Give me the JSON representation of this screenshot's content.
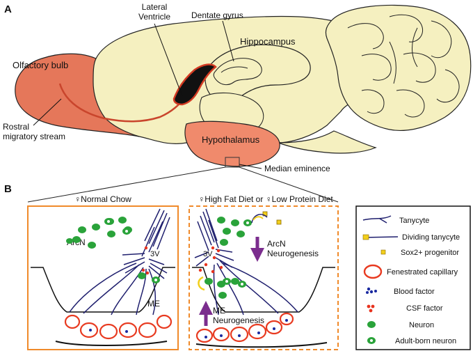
{
  "panel_a": {
    "letter": "A",
    "labels": {
      "lateral_ventricle_line1": "Lateral",
      "lateral_ventricle_line2": "Ventricle",
      "dentate_gyrus": "Dentate gyrus",
      "hippocampus": "Hippocampus",
      "olfactory_bulb": "Olfactory bulb",
      "rostral_line1": "Rostral",
      "rostral_line2": "migratory stream",
      "hypothalamus": "Hypothalamus",
      "median_eminence": "Median eminence"
    }
  },
  "panel_b": {
    "letter": "B",
    "normal": {
      "title": "♀Normal Chow",
      "arcn": "ArcN",
      "third_ventricle": "3V",
      "me": "ME"
    },
    "diet": {
      "title": "♀High Fat Diet or ♀Low Protein Diet",
      "third_ventricle": "3V",
      "arcn_line1": "ArcN",
      "arcn_line2": "Neurogenesis",
      "me_line1": "ME",
      "me_line2": "Neurogenesis"
    },
    "legend": [
      {
        "icon": "tanycyte-icon",
        "label": "Tanycyte"
      },
      {
        "icon": "dividing-tanycyte-icon",
        "label": "Dividing tanycyte"
      },
      {
        "icon": "sox2-progenitor-icon",
        "label": "Sox2+ progenitor"
      },
      {
        "icon": "fenestrated-capillary-icon",
        "label": "Fenestrated capillary"
      },
      {
        "icon": "blood-factor-icon",
        "label": "Blood factor"
      },
      {
        "icon": "csf-factor-icon",
        "label": "CSF factor"
      },
      {
        "icon": "neuron-icon",
        "label": "Neuron"
      },
      {
        "icon": "adult-born-neuron-icon",
        "label": "Adult-born neuron"
      }
    ]
  },
  "colors": {
    "olfactory": "#e5775a",
    "brain": "#f5f0c0",
    "hypothalamus": "#f08a6c",
    "orange_frame": "#f08a2a",
    "capillary": "#e83a20",
    "neuron": "#2aa33a",
    "tanycyte": "#1f1f6e",
    "arrow": "#7b2d8e",
    "sox2": "#f2cf1c",
    "blood": "#1a2aa0",
    "csf": "#e8331e"
  }
}
